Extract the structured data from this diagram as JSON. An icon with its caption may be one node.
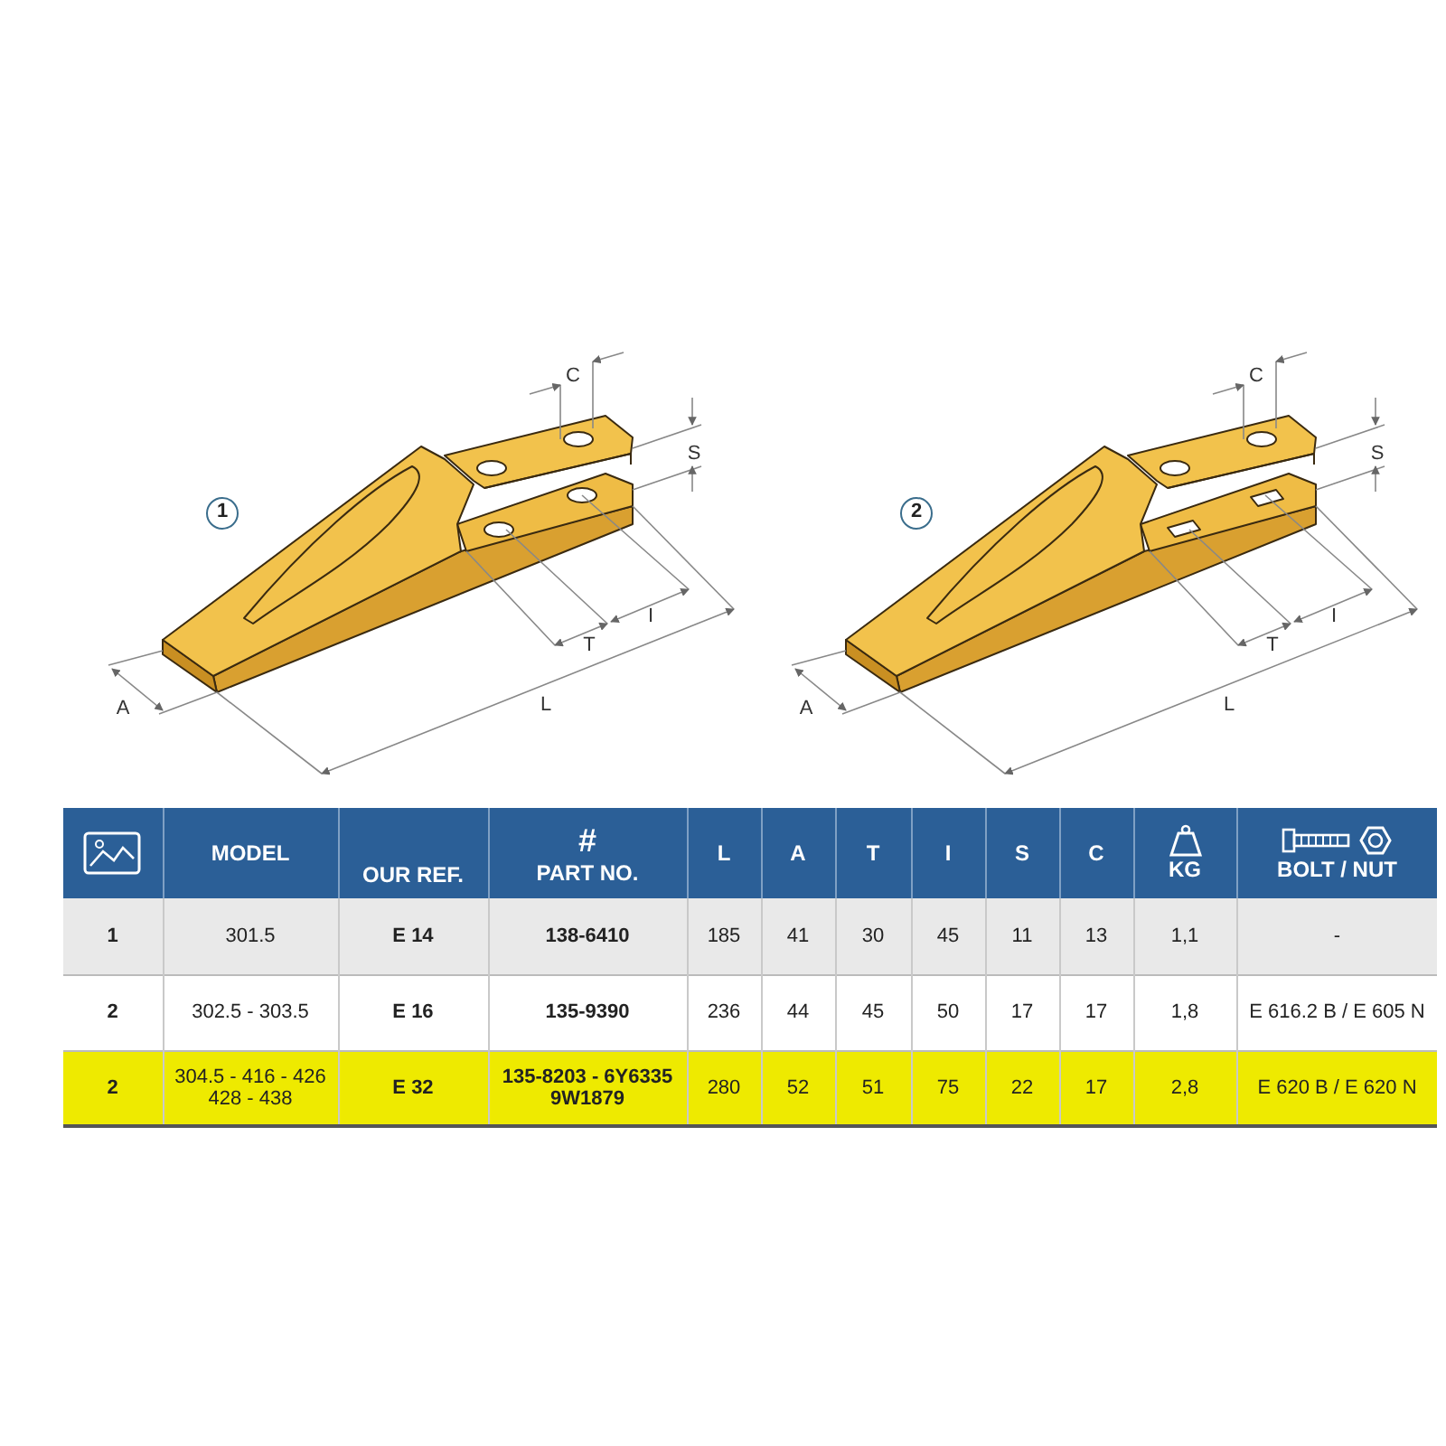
{
  "diagram": {
    "nodes": [
      {
        "text": [
          "1"
        ]
      },
      {
        "text": [
          "2"
        ]
      }
    ],
    "labels": [
      "C",
      "S",
      "I",
      "T",
      "A",
      "L",
      "C",
      "S",
      "I",
      "T",
      "A",
      "L",
      "MODEL",
      "OUR REF.",
      "#",
      "PART NO.",
      "L",
      "A",
      "T",
      "I",
      "S",
      "C",
      "KG",
      "BOLT / NUT",
      "1",
      "301.5",
      "E 14",
      "138-6410",
      "185",
      "41",
      "30",
      "45",
      "11",
      "13",
      "1,1",
      "-",
      "2",
      "302.5 - 303.5",
      "E 16",
      "135-9390",
      "236",
      "44",
      "45",
      "50",
      "17",
      "17",
      "1,8",
      "E 616.2 B / E 605 N",
      "2",
      "304.5 - 416 - 426 428 - 438",
      "E 32",
      "135-8203 - 6Y6335 9W1879",
      "280",
      "52",
      "51",
      "75",
      "22",
      "17",
      "2,8",
      "E 620 B / E 620 N"
    ]
  }
}
